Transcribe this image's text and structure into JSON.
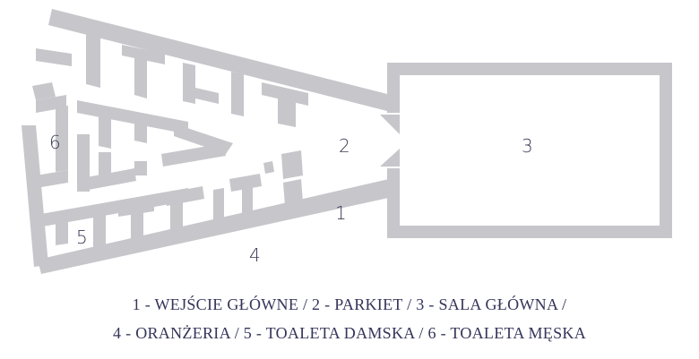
{
  "rooms": [
    {
      "number": "1"
    },
    {
      "number": "2"
    },
    {
      "number": "3"
    },
    {
      "number": "4"
    },
    {
      "number": "5"
    },
    {
      "number": "6"
    }
  ],
  "legend": {
    "line1": "1 - WEJŚCIE GŁÓWNE / 2  - PARKIET / 3 - SALA GŁÓWNA /",
    "line2": "4 - ORANŻERIA / 5 - TOALETA DAMSKA / 6 - TOALETA MĘSKA"
  },
  "colors": {
    "walls": "#c6c6cb",
    "text": "#34345a",
    "background": "#ffffff"
  }
}
